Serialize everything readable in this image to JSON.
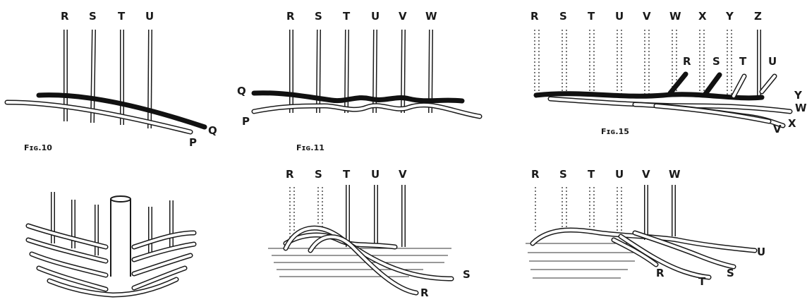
{
  "figures": {
    "fig10": {
      "caption": "Fɪɢ.10",
      "top_labels": [
        "R",
        "S",
        "T",
        "U"
      ],
      "weaver_labels": [
        "Q",
        "P"
      ]
    },
    "fig11": {
      "caption": "Fɪɢ.11",
      "top_labels": [
        "R",
        "S",
        "T",
        "U",
        "V",
        "W"
      ],
      "weaver_labels": [
        "Q",
        "P"
      ]
    },
    "fig15": {
      "caption": "Fɪɢ.15",
      "top_labels": [
        "R",
        "S",
        "T",
        "U",
        "V",
        "W",
        "X",
        "Y",
        "Z"
      ],
      "inner_labels": [
        "R",
        "S",
        "T",
        "U"
      ],
      "end_labels": [
        "Y",
        "W",
        "V",
        "X"
      ]
    },
    "basket": {},
    "fig_bottom_middle": {
      "top_labels": [
        "R",
        "S",
        "T",
        "U",
        "V"
      ],
      "end_labels": [
        "S",
        "R"
      ]
    },
    "fig_bottom_right": {
      "top_labels": [
        "R",
        "S",
        "T",
        "U",
        "V",
        "W"
      ],
      "end_labels": [
        "U",
        "R",
        "T",
        "S"
      ]
    }
  }
}
